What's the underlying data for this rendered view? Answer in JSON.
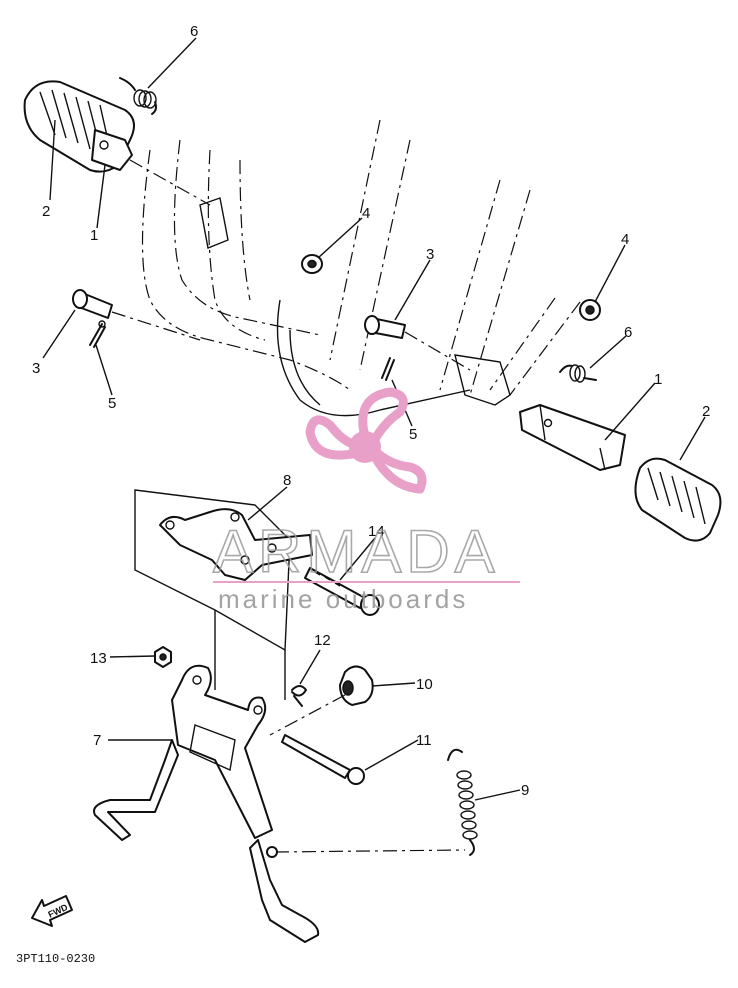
{
  "callouts": [
    {
      "id": "c6a",
      "text": "6"
    },
    {
      "id": "c2a",
      "text": "2"
    },
    {
      "id": "c1a",
      "text": "1"
    },
    {
      "id": "c4a",
      "text": "4"
    },
    {
      "id": "c3a",
      "text": "3"
    },
    {
      "id": "c5a",
      "text": "5"
    },
    {
      "id": "c3b",
      "text": "3"
    },
    {
      "id": "c4b",
      "text": "4"
    },
    {
      "id": "c6b",
      "text": "6"
    },
    {
      "id": "c5b",
      "text": "5"
    },
    {
      "id": "c1b",
      "text": "1"
    },
    {
      "id": "c2b",
      "text": "2"
    },
    {
      "id": "c8",
      "text": "8"
    },
    {
      "id": "c14",
      "text": "14"
    },
    {
      "id": "c13",
      "text": "13"
    },
    {
      "id": "c12",
      "text": "12"
    },
    {
      "id": "c10",
      "text": "10"
    },
    {
      "id": "c7",
      "text": "7"
    },
    {
      "id": "c11",
      "text": "11"
    },
    {
      "id": "c9",
      "text": "9"
    }
  ],
  "diagram_code": "3PT110-0230",
  "fwd_label": "FWD",
  "watermark": {
    "brand": "ARMADA",
    "tagline": "marine outboards",
    "logo_color": "#e8a0c8",
    "text_color": "#9a9a9a"
  }
}
